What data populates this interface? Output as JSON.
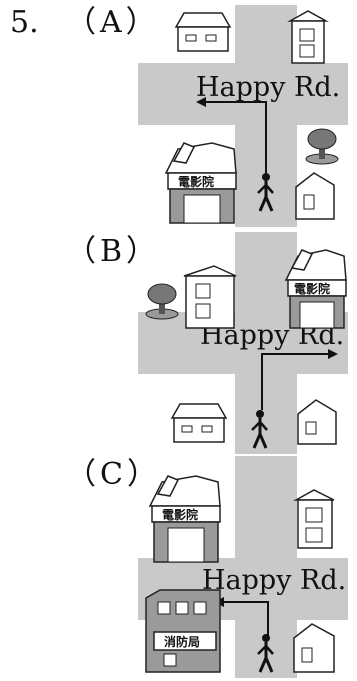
{
  "question": {
    "number": "5.",
    "options": [
      {
        "label": "（A）",
        "road": "Happy Rd.",
        "signs": [
          "電影院"
        ]
      },
      {
        "label": "（B）",
        "road": "Happy Rd.",
        "signs": [
          "電影院"
        ]
      },
      {
        "label": "（C）",
        "road": "Happy Rd.",
        "signs": [
          "電影院",
          "消防局"
        ]
      }
    ]
  },
  "colors": {
    "road": "#c9c9c9",
    "building_fill": "#ffffff",
    "outline": "#222222",
    "dark_wall": "#9a9a9a"
  },
  "icons": [
    "house-icon",
    "apartment-icon",
    "cinema-icon",
    "tree-icon",
    "fire-station-icon",
    "person-icon",
    "arrow-icon"
  ]
}
